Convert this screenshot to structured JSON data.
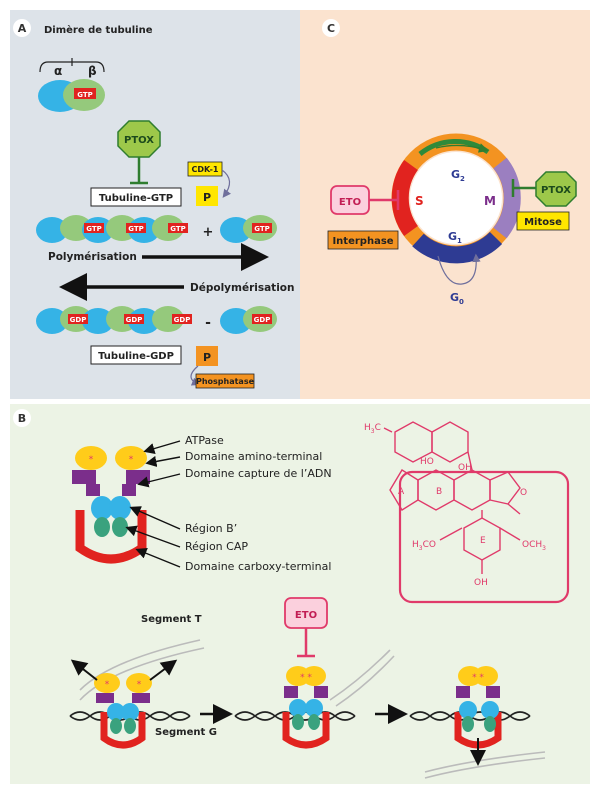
{
  "panel_a": {
    "letter": "A",
    "title": "Dimère de tubuline",
    "alpha": "α",
    "beta": "β",
    "gtp": "GTP",
    "gdp": "GDP",
    "ptox": "PTOX",
    "cdk": "CDK-1",
    "p": "P",
    "tubuline_gtp": "Tubuline-GTP",
    "tubuline_gdp": "Tubuline-GDP",
    "plus": "+",
    "minus": "-",
    "polymerisation": "Polymérisation",
    "depolymerisation": "Dépolymérisation",
    "phosphatase": "Phosphatase"
  },
  "panel_c": {
    "letter": "C",
    "eto": "ETO",
    "ptox": "PTOX",
    "s": "S",
    "m": "M",
    "g2": "G",
    "g2_sub": "2",
    "g1": "G",
    "g1_sub": "1",
    "g0": "G",
    "g0_sub": "0",
    "interphase": "Interphase",
    "mitose": "Mitose"
  },
  "panel_b": {
    "letter": "B",
    "labels": [
      "ATPase",
      "Domaine amino-terminal",
      "Domaine capture de l’ADN",
      "Région B’",
      "Région CAP",
      "Domaine carboxy-terminal"
    ],
    "segment_t": "Segment T",
    "segment_g": "Segment G",
    "eto": "ETO",
    "molecule": {
      "h3c": "H",
      "h3c_sub": "3",
      "h3c_end": "C",
      "ho": "HO",
      "oh": "OH",
      "oh_bottom": "OH",
      "h3co": "H",
      "h3co_sub": "3",
      "h3co_end": "CO",
      "och3": "OCH",
      "och3_sub": "3",
      "ring_a": "A",
      "ring_b": "B",
      "ring_e": "E",
      "o": "O"
    }
  },
  "colors": {
    "panel_a_bg": "#dde3e9",
    "panel_c_bg": "#fbe3cf",
    "panel_b_bg": "#ecf3e5",
    "tubulin_blue": "#35b3e6",
    "tubulin_green": "#95c97c",
    "gtp_red": "#e1231f",
    "ptox_green": "#9dc84a",
    "yellow": "#ffe600",
    "orange": "#f39321",
    "pink": "#e03a6a",
    "purple": "#7b2e8b"
  }
}
